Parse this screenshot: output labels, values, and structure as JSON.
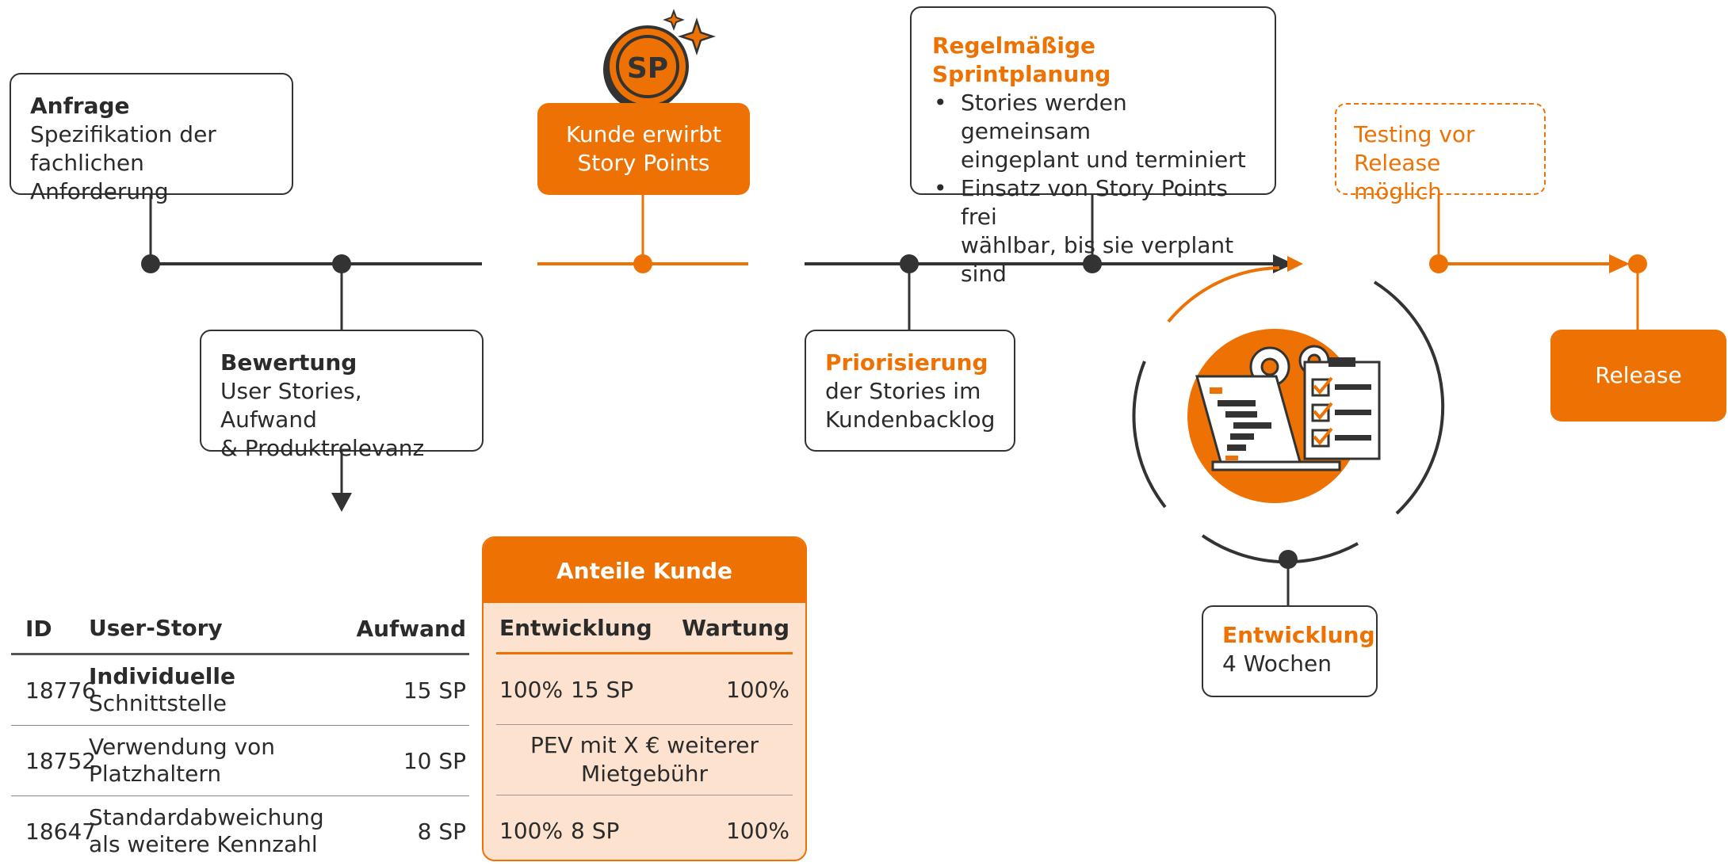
{
  "colors": {
    "accent": "#ee7203",
    "dark": "#333333",
    "table_fill": "#fde3cf"
  },
  "steps": {
    "anfrage": {
      "title": "Anfrage",
      "text1": "Spezifikation der",
      "text2": "fachlichen Anforderung"
    },
    "bewertung": {
      "title": "Bewertung",
      "text1": "User Stories, Aufwand",
      "text2": "& Produktrelevanz"
    },
    "kunde": {
      "text1": "Kunde erwirbt",
      "text2": "Story Points",
      "coin_label": "SP"
    },
    "sprint": {
      "title": "Regelmäßige Sprintplanung",
      "bullet1a": "Stories werden gemeinsam",
      "bullet1b": "eingeplant und terminiert",
      "bullet2a": "Einsatz von Story Points frei",
      "bullet2b": "wählbar, bis sie verplant sind"
    },
    "priorisierung": {
      "title": "Priorisierung",
      "text1": "der Stories im",
      "text2": "Kundenbacklog"
    },
    "testing": {
      "text1": "Testing vor",
      "text2": "Release möglich"
    },
    "entwicklung": {
      "title": "Entwicklung",
      "text1": "4 Wochen"
    },
    "release": {
      "label": "Release"
    }
  },
  "user_table": {
    "headers": {
      "id": "ID",
      "story": "User-Story",
      "effort": "Aufwand"
    },
    "rows": [
      {
        "id": "18776",
        "story_bold": "Individuelle",
        "story_rest": "Schnittstelle",
        "effort": "15 SP"
      },
      {
        "id": "18752",
        "story_1": "Verwendung von",
        "story_2": "Platzhaltern",
        "effort": "10 SP"
      },
      {
        "id": "18647",
        "story_1": "Standardabweichung",
        "story_2": "als weitere Kennzahl",
        "effort": "8 SP"
      }
    ]
  },
  "share_table": {
    "title": "Anteile Kunde",
    "headers": {
      "dev": "Entwicklung",
      "maint": "Wartung"
    },
    "rows": [
      {
        "a": "100%",
        "b": "15 SP",
        "c": "100%"
      },
      {
        "merged1": "PEV mit X € weiterer",
        "merged2": "Mietgebühr"
      },
      {
        "a": "100%",
        "b": "8 SP",
        "c": "100%"
      }
    ]
  }
}
